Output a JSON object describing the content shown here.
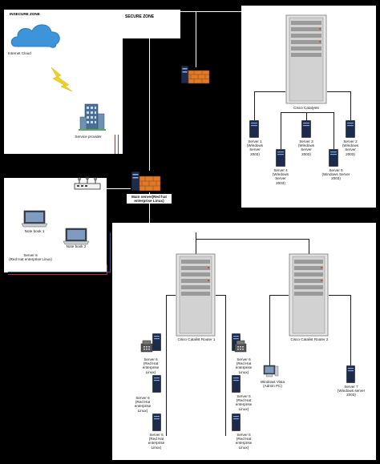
{
  "zones": {
    "insecure": "INSECURE ZONE",
    "secure": "SECURE ZONE"
  },
  "insecure": {
    "cloud_label": "Internet Cloud",
    "provider_label": "Service provider"
  },
  "main_server_label": "Main server(Red hat\nenterprise Linux)",
  "lan": {
    "notebook1": "Note book 1",
    "notebook2": "Note book 2",
    "server6": "Server 6\n(Red Hat enterprise Linux)"
  },
  "secure_zone": {
    "switch_label": "Cisco Catalysts",
    "servers": [
      "Server 1\n(Windows Server\n2003)",
      "Server 3\n(Windows Server\n2003)",
      "Server 2\n(Windows Server\n2003)",
      "Server 4\n(Windows Server\n2003)",
      "Server 5\n(Windows Server 2003)"
    ]
  },
  "bottom_zone": {
    "router1_label": "Cisco Catalist Router 1",
    "router2_label": "Cisco Catalist Router 2",
    "left_servers": [
      "Server 6\n(Red Hat enterprise\nLinux)",
      "Server 6\n(Red Hat enterprise\nLinux)",
      "Server 6\n(Red Hat enterprise\nLinux)"
    ],
    "mid_servers": [
      "Server 6\n(Red Hat enterprise\nLinux)",
      "Server 6\n(Red Hat enterprise\nLinux)",
      "Server 6\n(Red Hat enterprise\nLinux)"
    ],
    "admin_pc": "Windows Vista\n(Admin PC)",
    "server7": "Server 7\n(Windows server\n2003)"
  }
}
